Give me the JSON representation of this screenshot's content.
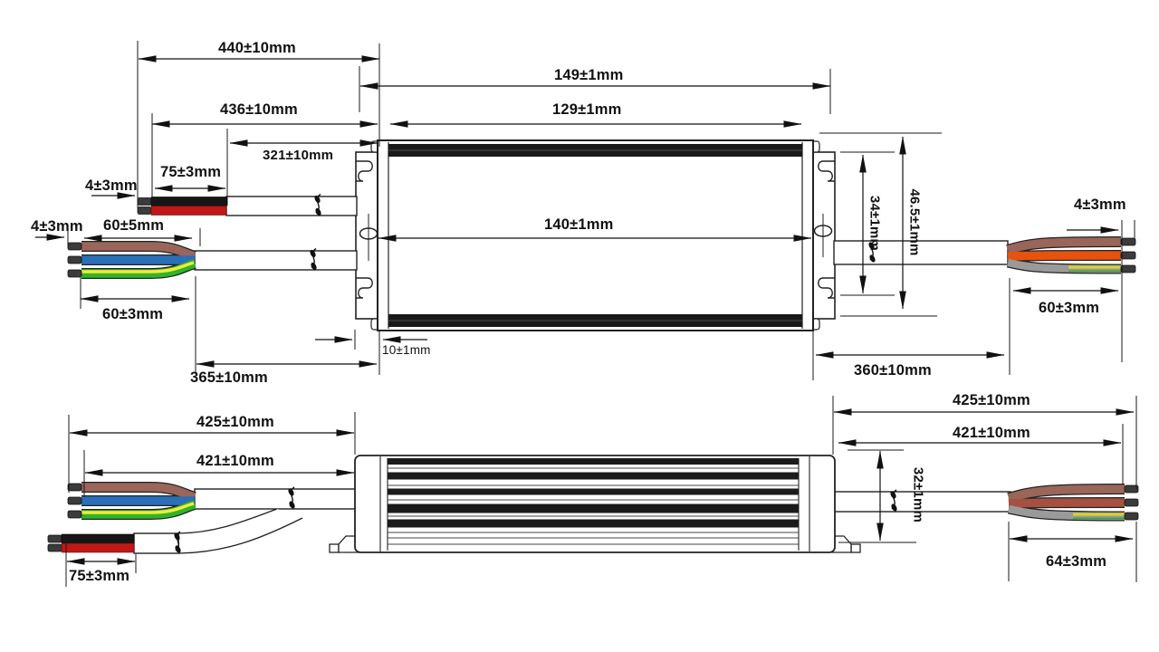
{
  "page": {
    "type": "technical-dimension-drawing",
    "subject": "waterproof LED driver power supply, top view and side view with wire lead lengths",
    "units": "mm",
    "background": "#ffffff"
  },
  "labels": {
    "tv_440": "440±10mm",
    "tv_149": "149±1mm",
    "tv_436": "436±10mm",
    "tv_129": "129±1mm",
    "tv_321": "321±10mm",
    "tv_75": "75±3mm",
    "tv_4_upper": "4±3mm",
    "tv_4_lower": "4±3mm",
    "tv_60_5": "60±5mm",
    "tv_60_3": "60±3mm",
    "tv_140": "140±1mm",
    "tv_365": "365±10mm",
    "tv_10": "10±1mm",
    "tv_34": "34±1mm",
    "tv_465": "46.5±1mm",
    "tv_4_right": "4±3mm",
    "tv_60_right": "60±3mm",
    "tv_360": "360±10mm",
    "sv_425_l": "425±10mm",
    "sv_421_l": "421±10mm",
    "sv_75": "75±3mm",
    "sv_425_r": "425±10mm",
    "sv_421_r": "421±10mm",
    "sv_32": "32±1mm",
    "sv_64": "64±3mm"
  },
  "views": {
    "top_view": {
      "name": "top view",
      "input_wires": [
        "brown",
        "blue",
        "green-yellow"
      ],
      "dimming_wires": [
        "black",
        "red"
      ],
      "output_wires": [
        "brown",
        "orange",
        "grey green-yellow"
      ]
    },
    "side_view": {
      "name": "side view",
      "input_wires": [
        "brown",
        "blue",
        "green-yellow"
      ],
      "dimming_wires": [
        "black",
        "red"
      ],
      "output_wires": [
        "brown",
        "red-brown",
        "grey green-yellow"
      ]
    }
  },
  "colors": {
    "line": "#1a1a1a",
    "wire_brown": "#9a665a",
    "wire_blue": "#2a6fb8",
    "wire_green": "#2fb52a",
    "wire_yellow": "#f2ea3d",
    "wire_black": "#161616",
    "wire_red": "#c01818",
    "wire_orange": "#e5530f",
    "wire_redbrown": "#a65140",
    "wire_grey": "#9a9a9a",
    "wire_tip": "#3b3b3b"
  }
}
